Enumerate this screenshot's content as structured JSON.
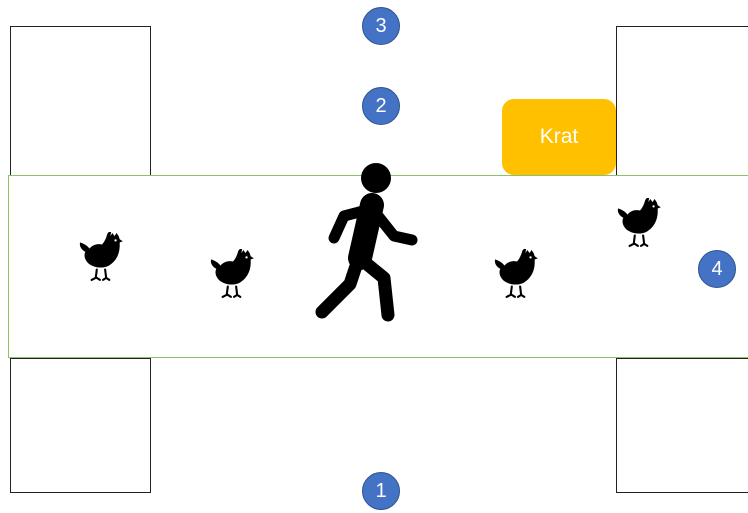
{
  "markers": [
    {
      "label": "1"
    },
    {
      "label": "2"
    },
    {
      "label": "3"
    },
    {
      "label": "4"
    }
  ],
  "crate": {
    "label": "Krat"
  },
  "colors": {
    "marker_fill": "#4472c4",
    "crate_fill": "#ffc000",
    "corridor_border": "#8dc26b",
    "icon": "#000000"
  },
  "icons": [
    "walking-person-icon",
    "chicken-icon"
  ]
}
